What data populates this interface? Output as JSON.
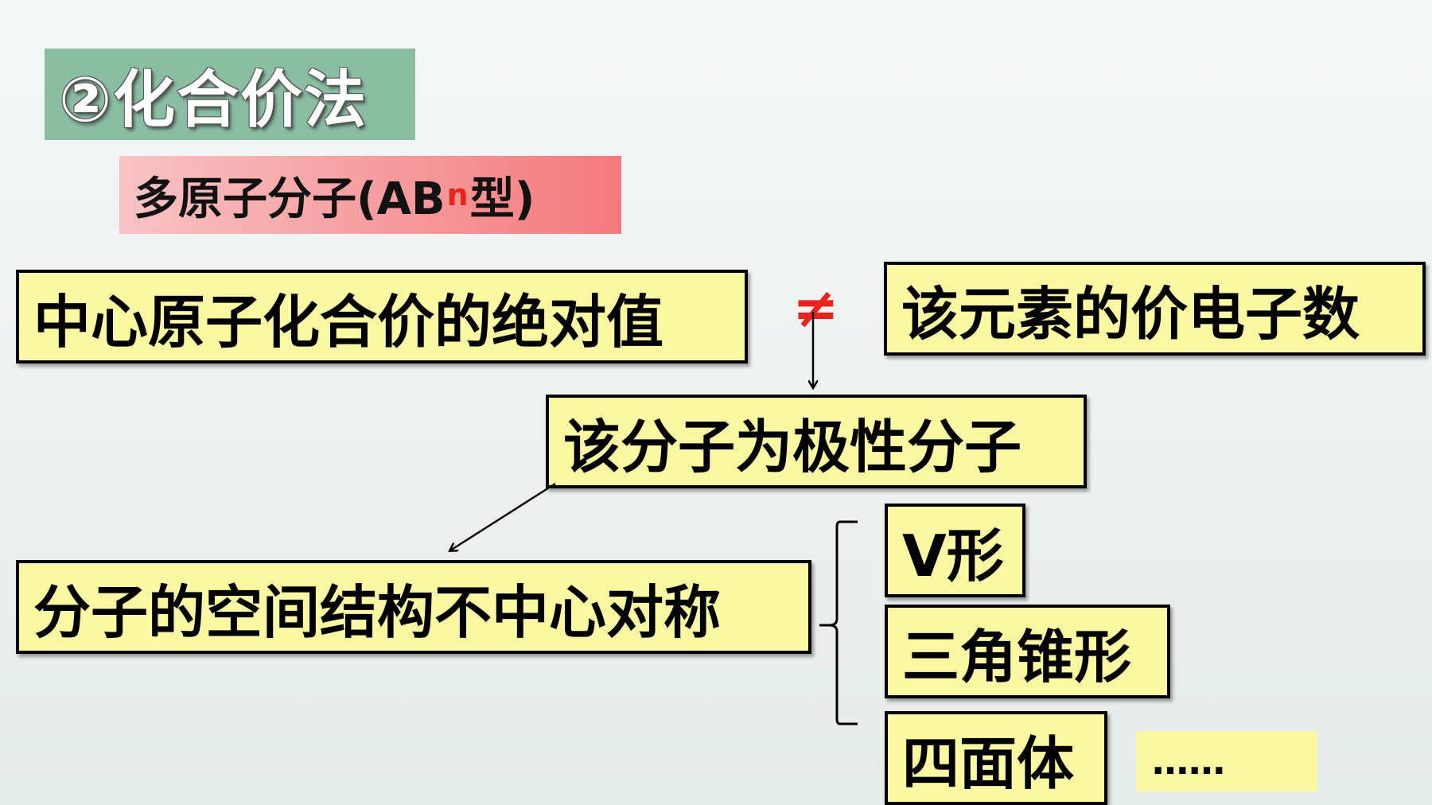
{
  "title": "②化合价法",
  "subtitle": {
    "main": "多原子分子(AB",
    "subscript": "n",
    "suffix": "型)"
  },
  "boxes": {
    "central_valence": "中心原子化合价的绝对值",
    "valence_electrons": "该元素的价电子数",
    "polar_molecule": "该分子为极性分子",
    "asymmetric_structure": "分子的空间结构不中心对称"
  },
  "relation_symbol": "≠",
  "shapes": [
    "V形",
    "三角锥形",
    "四面体"
  ],
  "ellipsis": "……",
  "colors": {
    "title_bg": "#8bbda3",
    "subtitle_bg": "#f47a7d",
    "box_bg": "#fbf8a3",
    "accent_red": "#e8241c"
  }
}
